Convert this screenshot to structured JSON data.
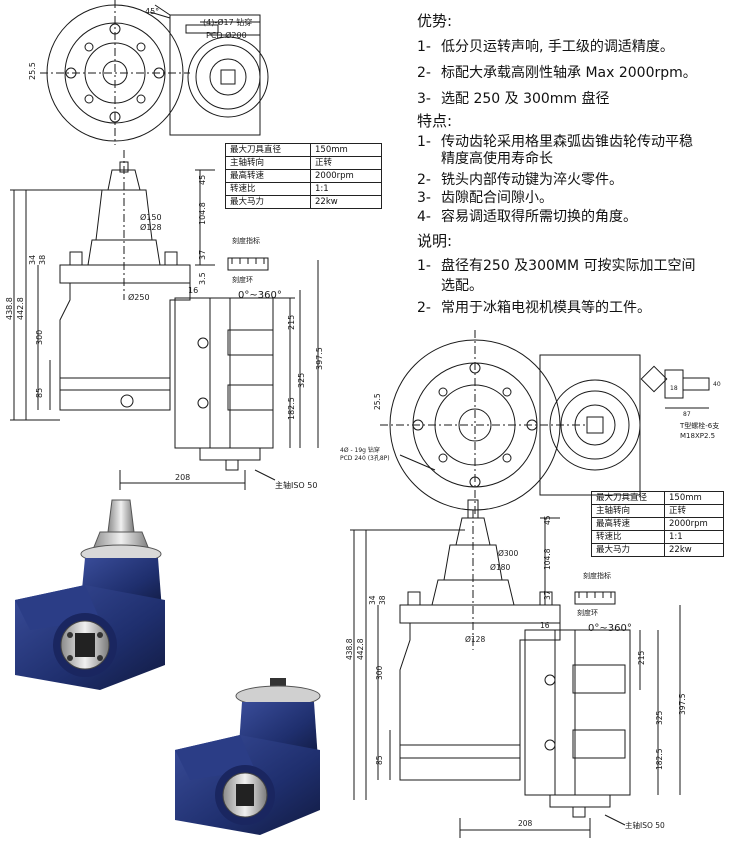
{
  "advantages": {
    "heading": "优势:",
    "items": [
      {
        "num": "1-",
        "text": "低分贝运转声响, 手工级的调适精度。"
      },
      {
        "num": "2-",
        "text": "标配大承载高刚性轴承 Max 2000rpm。"
      },
      {
        "num": "3-",
        "text": "选配 250 及 300mm 盘径"
      }
    ]
  },
  "features": {
    "heading": "特点:",
    "items": [
      {
        "num": "1-",
        "text": "传动齿轮采用格里森弧齿锥齿轮传动平稳",
        "text2": "精度高使用寿命长"
      },
      {
        "num": "2-",
        "text": "铣头内部传动键为淬火零件。"
      },
      {
        "num": "3-",
        "text": "齿隙配合间隙小。"
      },
      {
        "num": "4-",
        "text": "容易调适取得所需切换的角度。"
      }
    ]
  },
  "notes": {
    "heading": "说明:",
    "items": [
      {
        "num": "1-",
        "text": "盘径有250 及300MM 可按实际加工空间",
        "text2": "选配。"
      },
      {
        "num": "2-",
        "text": "常用于冰箱电视机模具等的工件。"
      }
    ]
  },
  "spec_table_1": {
    "rows": [
      {
        "label": "最大刀具直径",
        "value": "150mm"
      },
      {
        "label": "主轴转向",
        "value": "正转"
      },
      {
        "label": "最高转速",
        "value": "2000rpm"
      },
      {
        "label": "转速比",
        "value": "1:1"
      },
      {
        "label": "最大马力",
        "value": "22kw"
      }
    ]
  },
  "spec_table_2": {
    "rows": [
      {
        "label": "最大刀具直径",
        "value": "150mm"
      },
      {
        "label": "主轴转向",
        "value": "正转"
      },
      {
        "label": "最高转速",
        "value": "2000rpm"
      },
      {
        "label": "转速比",
        "value": "1:1"
      },
      {
        "label": "最大马力",
        "value": "22kw"
      }
    ]
  },
  "drawing1": {
    "top_angle": "45°",
    "hole_note": "(4)-Ø17 钻穿",
    "pcd": "PCD Ø200",
    "left_dim": "25.5",
    "dim_45": "45",
    "dim_1048": "104.8",
    "dia_150": "Ø150",
    "dia_128": "Ø128",
    "dim_37": "37",
    "dim_35": "3.5",
    "dim_16": "16",
    "dia_250": "Ø250",
    "dim_215": "215",
    "dim_3975": "397.5",
    "dim_325": "325",
    "dim_1825": "182.5",
    "dim_300": "300",
    "dim_85": "85",
    "dim_208": "208",
    "dim_4388": "438.8",
    "dim_4428": "442.8",
    "dim_34": "34",
    "dim_38": "38",
    "scale_label": "刻度指标",
    "scale_ring": "刻度环",
    "angle_range": "0°~360°",
    "spindle": "主轴ISO 50"
  },
  "drawing2": {
    "left_dim": "25.5",
    "hole_note": "4Ø - 19g 钻穿",
    "pcd_note": "PCD 240 (3孔8P)",
    "t_slot_note": "T型螺栓-6支",
    "t_slot_size": "M18XP2.5",
    "dim_40": "40",
    "dim_87": "87",
    "dim_18": "18",
    "dim_45": "45",
    "dim_1048": "104.8",
    "dia_300": "Ø300",
    "dia_180": "Ø180",
    "dia_128": "Ø128",
    "dim_37": "37",
    "dim_16": "16",
    "dim_215": "215",
    "dim_3975": "397.5",
    "dim_325": "325",
    "dim_1825": "182.5",
    "dim_300": "300",
    "dim_85": "85",
    "dim_208": "208",
    "dim_4388": "438.8",
    "dim_4428": "442.8",
    "dim_34": "34",
    "dim_38": "38",
    "scale_label": "刻度指标",
    "scale_ring": "刻度环",
    "angle_range": "0°~360°",
    "spindle": "主轴ISO 50"
  },
  "colors": {
    "product_blue": "#1f2f6e",
    "line": "#1a1a1a"
  }
}
